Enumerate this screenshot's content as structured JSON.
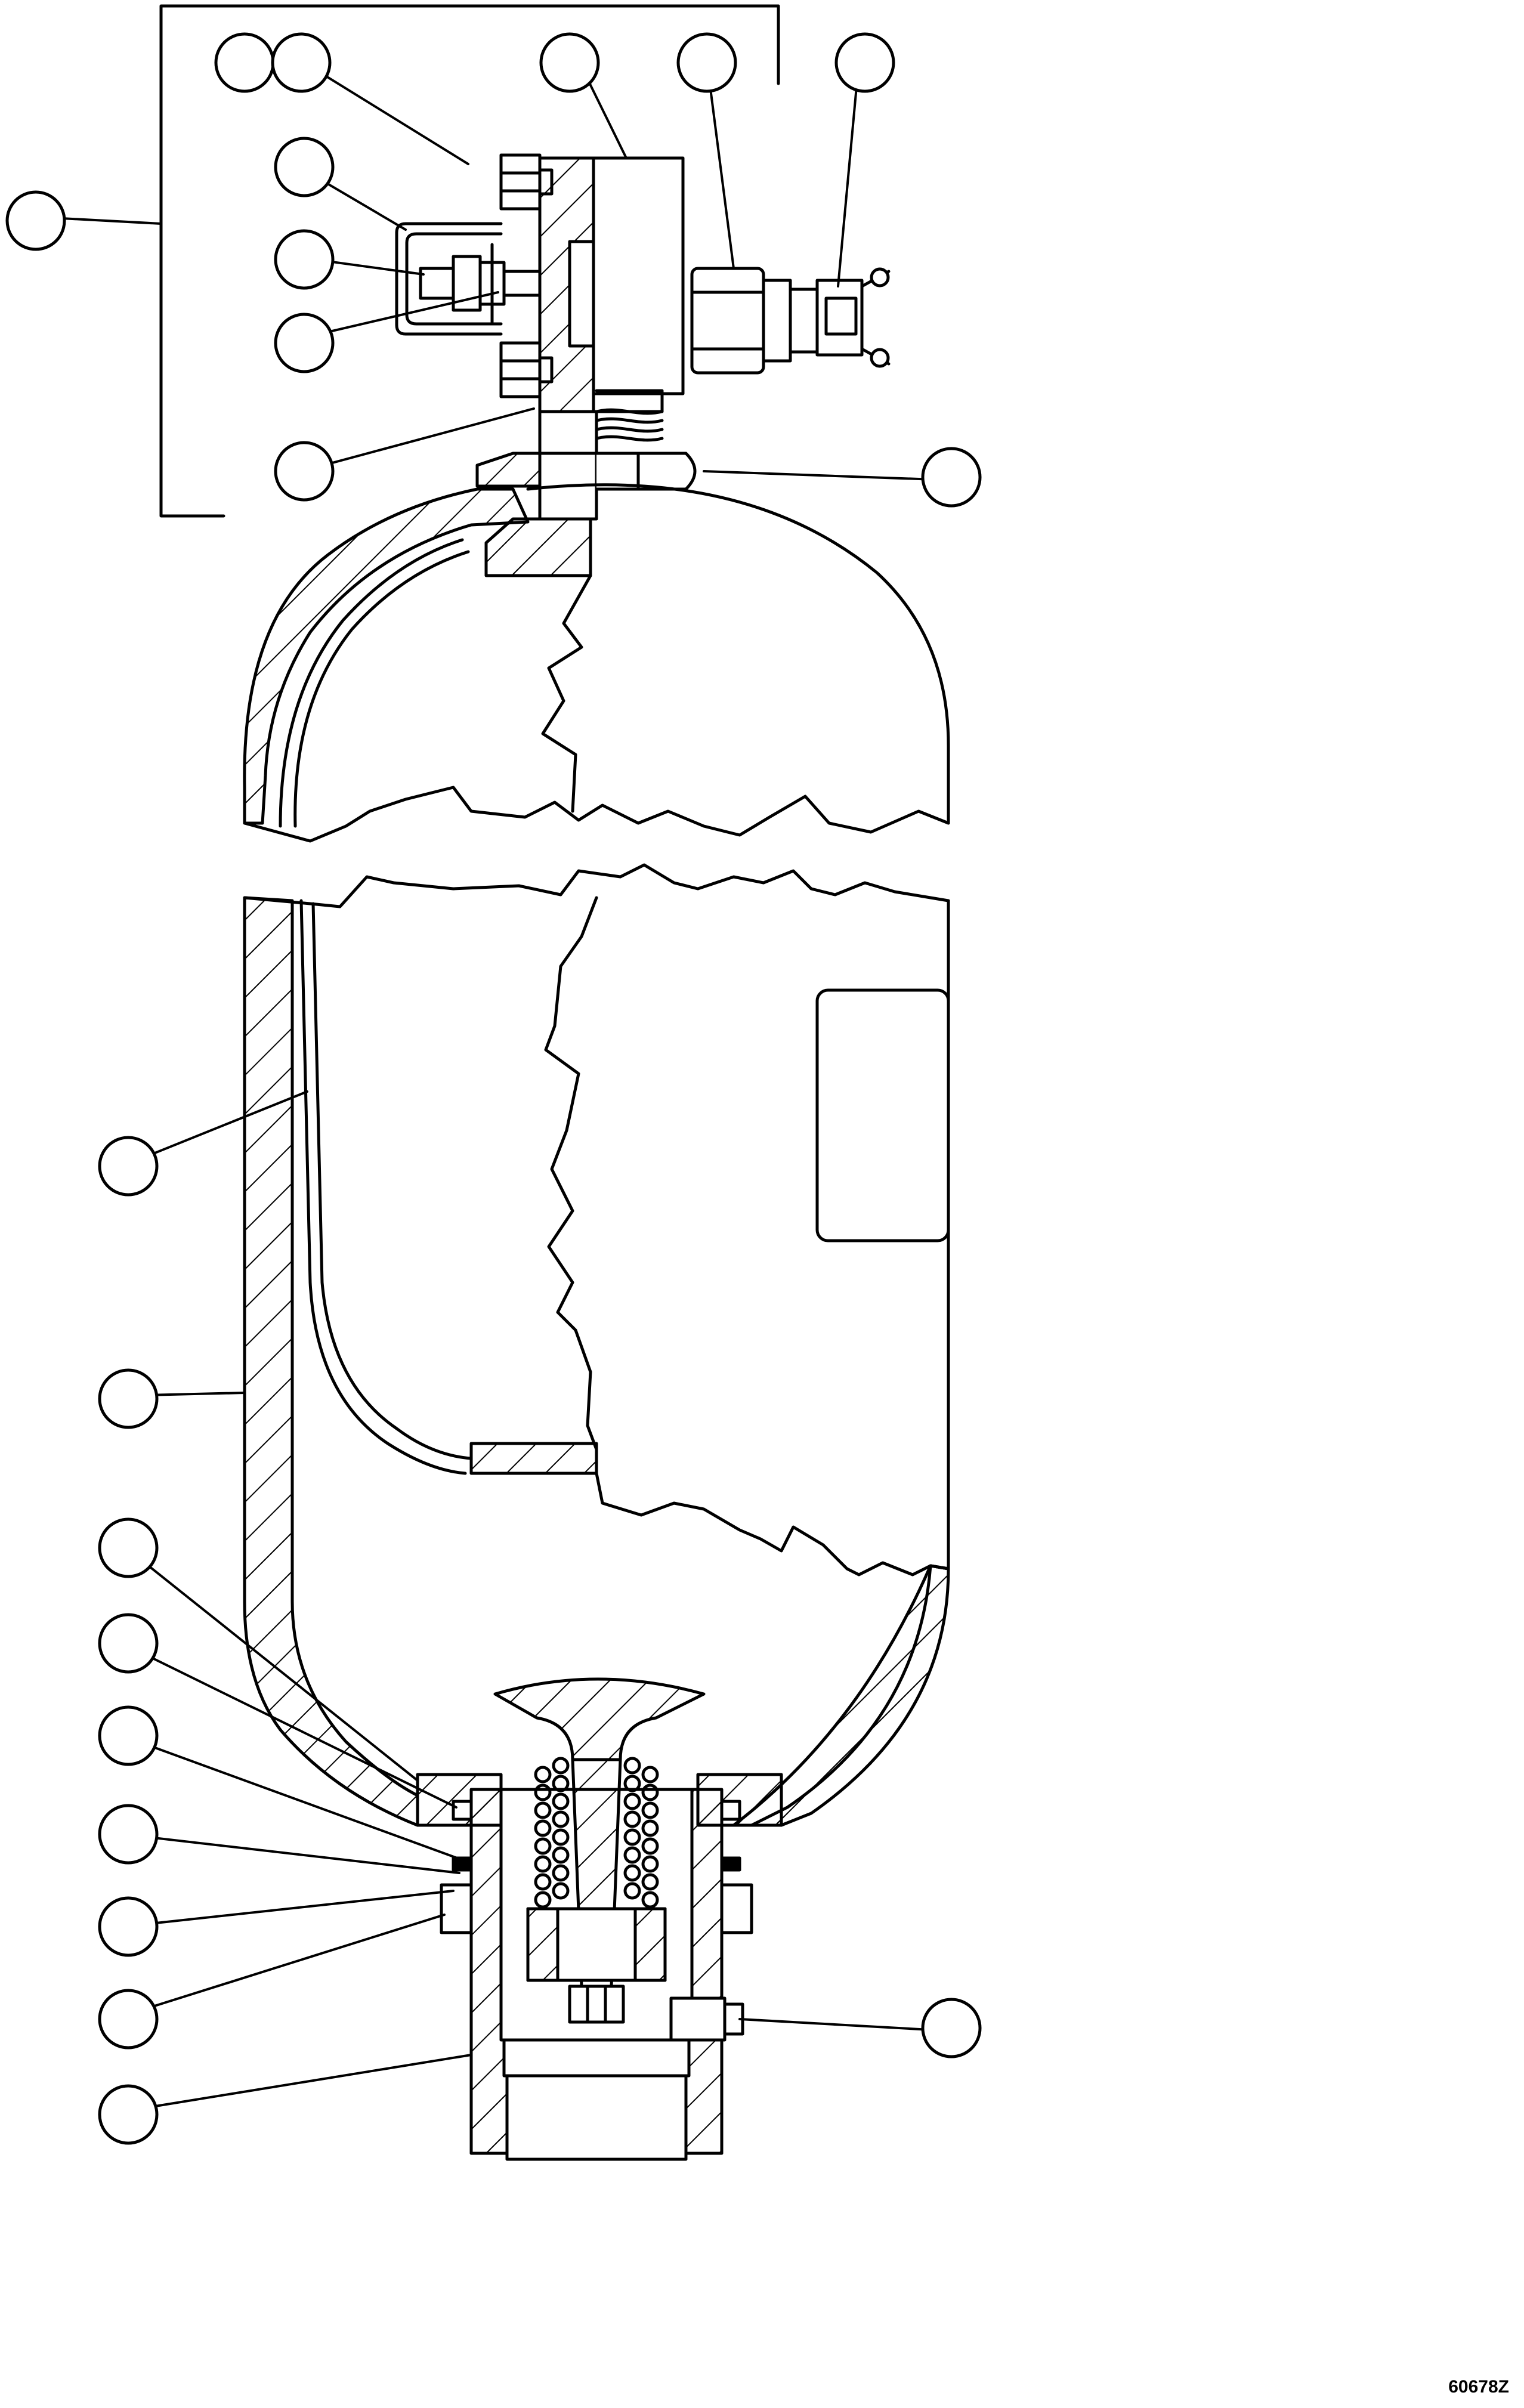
{
  "figure": {
    "figure_code": "60678Z",
    "line_color": "#000000",
    "background": "#ffffff"
  },
  "callouts": [
    {
      "id": "callout-1"
    },
    {
      "id": "callout-2"
    },
    {
      "id": "callout-3"
    },
    {
      "id": "callout-4"
    },
    {
      "id": "callout-5"
    },
    {
      "id": "callout-6"
    },
    {
      "id": "callout-7"
    },
    {
      "id": "callout-8"
    },
    {
      "id": "callout-9"
    },
    {
      "id": "callout-10"
    },
    {
      "id": "callout-11"
    },
    {
      "id": "callout-12"
    },
    {
      "id": "callout-13"
    },
    {
      "id": "callout-14"
    },
    {
      "id": "callout-15"
    },
    {
      "id": "callout-16"
    },
    {
      "id": "callout-17"
    },
    {
      "id": "callout-18"
    },
    {
      "id": "callout-19"
    },
    {
      "id": "callout-20"
    },
    {
      "id": "callout-21"
    }
  ]
}
